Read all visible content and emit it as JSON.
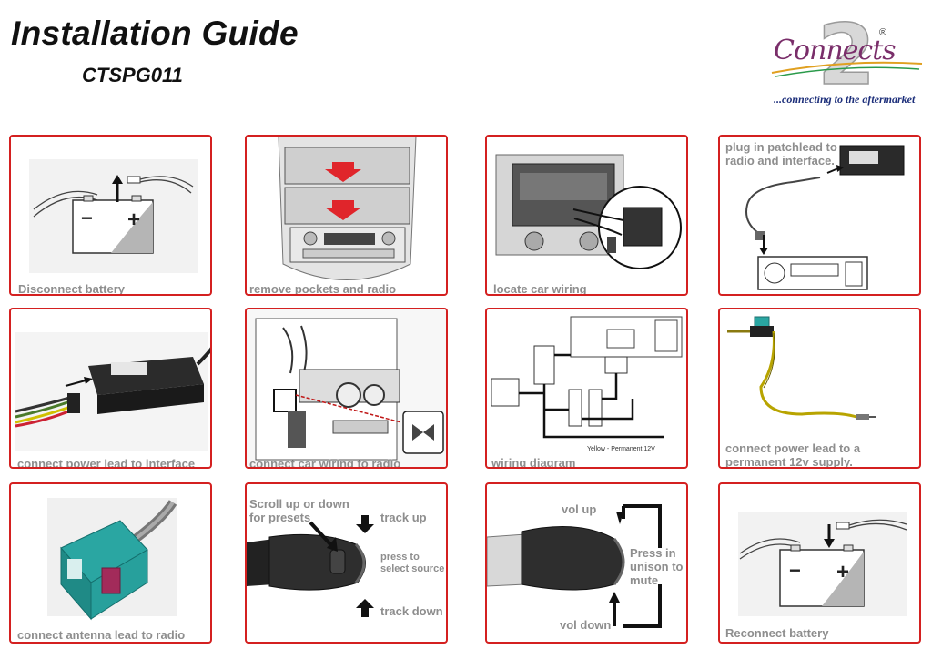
{
  "header": {
    "title": "Installation Guide",
    "code": "CTSPG011"
  },
  "logo": {
    "brand": "Connects",
    "numeral": "2",
    "registered": "®",
    "tagline": "...connecting to the aftermarket"
  },
  "steps": [
    {
      "caption": "Disconnect battery"
    },
    {
      "caption": "remove pockets and radio"
    },
    {
      "caption": "locate car wiring"
    },
    {
      "caption": "plug in patchlead to radio and interface."
    },
    {
      "caption": "connect power lead to interface"
    },
    {
      "caption": "connect car wiring to radio"
    },
    {
      "caption": "wiring diagram",
      "note": "Yellow - Permanent 12V"
    },
    {
      "caption": "connect power lead to a permanent 12v supply."
    },
    {
      "caption": "connect antenna lead to radio"
    },
    {
      "caption": "Scroll up or down for presets",
      "track_up": "track up",
      "track_down": "track down",
      "source": "press to select source"
    },
    {
      "vol_up": "vol up",
      "vol_down": "vol down",
      "mute": "Press in unison to mute"
    },
    {
      "caption": "Reconnect battery"
    }
  ],
  "colors": {
    "panel_border": "#d42020",
    "caption_grey": "#8e8e8e",
    "arrow_red": "#e0252b",
    "connector_teal": "#2aa6a2",
    "fuse_yellow": "#c9b400"
  }
}
